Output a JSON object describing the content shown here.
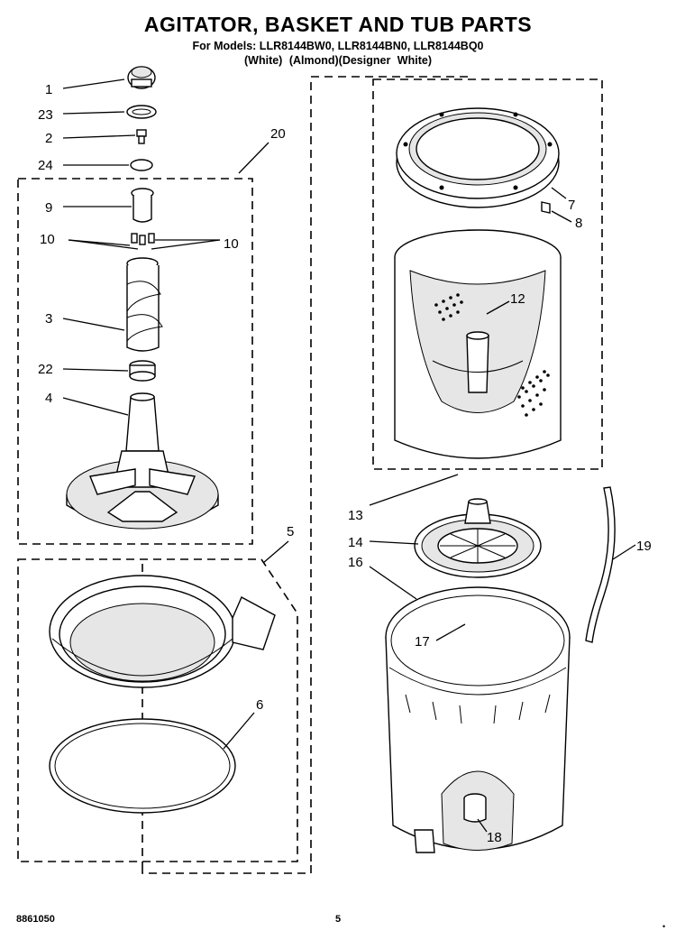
{
  "header": {
    "title": "AGITATOR, BASKET AND TUB PARTS",
    "models": "For Models: LLR8144BW0, LLR8144BN0, LLR8144BQ0",
    "variants": "(White)    (Almond)(Designer White)"
  },
  "callouts": {
    "c1": "1",
    "c23": "23",
    "c2": "2",
    "c24": "24",
    "c20": "20",
    "c9": "9",
    "c10a": "10",
    "c10b": "10",
    "c3": "3",
    "c22": "22",
    "c4": "4",
    "c5": "5",
    "c6": "6",
    "c7": "7",
    "c8": "8",
    "c12": "12",
    "c13": "13",
    "c14": "14",
    "c16": "16",
    "c17": "17",
    "c18": "18",
    "c19": "19"
  },
  "footer": {
    "doc_number": "8861050",
    "page_number": "5"
  },
  "margin_mark": "•"
}
